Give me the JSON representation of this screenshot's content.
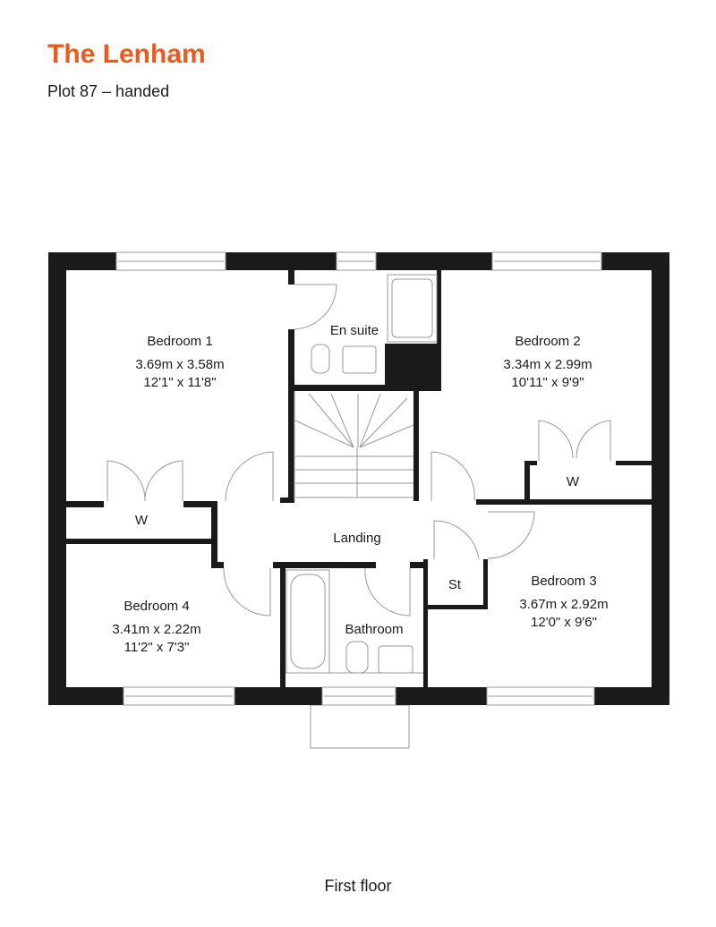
{
  "header": {
    "title": "The Lenham",
    "subtitle": "Plot 87 – handed"
  },
  "colors": {
    "brand": "#ee5a1c",
    "wall": "#1a1a1a"
  },
  "rooms": {
    "bedroom1": {
      "name": "Bedroom 1",
      "metric": "3.69m x 3.58m",
      "imperial": "12'1\" x 11'8\""
    },
    "bedroom2": {
      "name": "Bedroom 2",
      "metric": "3.34m x 2.99m",
      "imperial": "10'11\" x 9'9\""
    },
    "bedroom3": {
      "name": "Bedroom 3",
      "metric": "3.67m x 2.92m",
      "imperial": "12'0\" x 9'6\""
    },
    "bedroom4": {
      "name": "Bedroom 4",
      "metric": "3.41m x 2.22m",
      "imperial": "11'2\" x 7'3\""
    },
    "ensuite": {
      "name": "En suite"
    },
    "bathroom": {
      "name": "Bathroom"
    },
    "landing": {
      "name": "Landing"
    },
    "storage": {
      "name": "St"
    },
    "wardrobe1": {
      "name": "W"
    },
    "wardrobe2": {
      "name": "W"
    }
  },
  "footer": {
    "caption": "First floor"
  }
}
